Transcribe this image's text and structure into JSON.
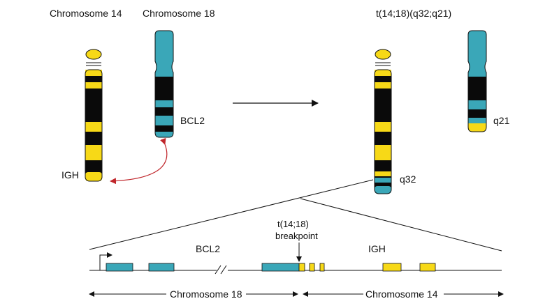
{
  "labels": {
    "chr14_title": "Chromosome 14",
    "chr18_title": "Chromosome 18",
    "translocation_title": "t(14;18)(q32;q21)",
    "bcl2_gene": "BCL2",
    "igh_gene": "IGH",
    "q21": "q21",
    "q32": "q32",
    "breakpoint_line1": "t(14;18)",
    "breakpoint_line2": "breakpoint",
    "zoom_bcl2": "BCL2",
    "zoom_igh": "IGH",
    "chr18_span": "Chromosome 18",
    "chr14_span": "Chromosome 14"
  },
  "colors": {
    "band_black": "#0a0a0a",
    "band_yellow": "#f7d917",
    "band_teal": "#3aa7b8",
    "arrow_red": "#c0262b",
    "line": "#111111"
  },
  "icons": {
    "translocation_arrow": "right-arrow-icon",
    "promoter": "bent-arrow-icon",
    "break": "double-slash-icon"
  }
}
